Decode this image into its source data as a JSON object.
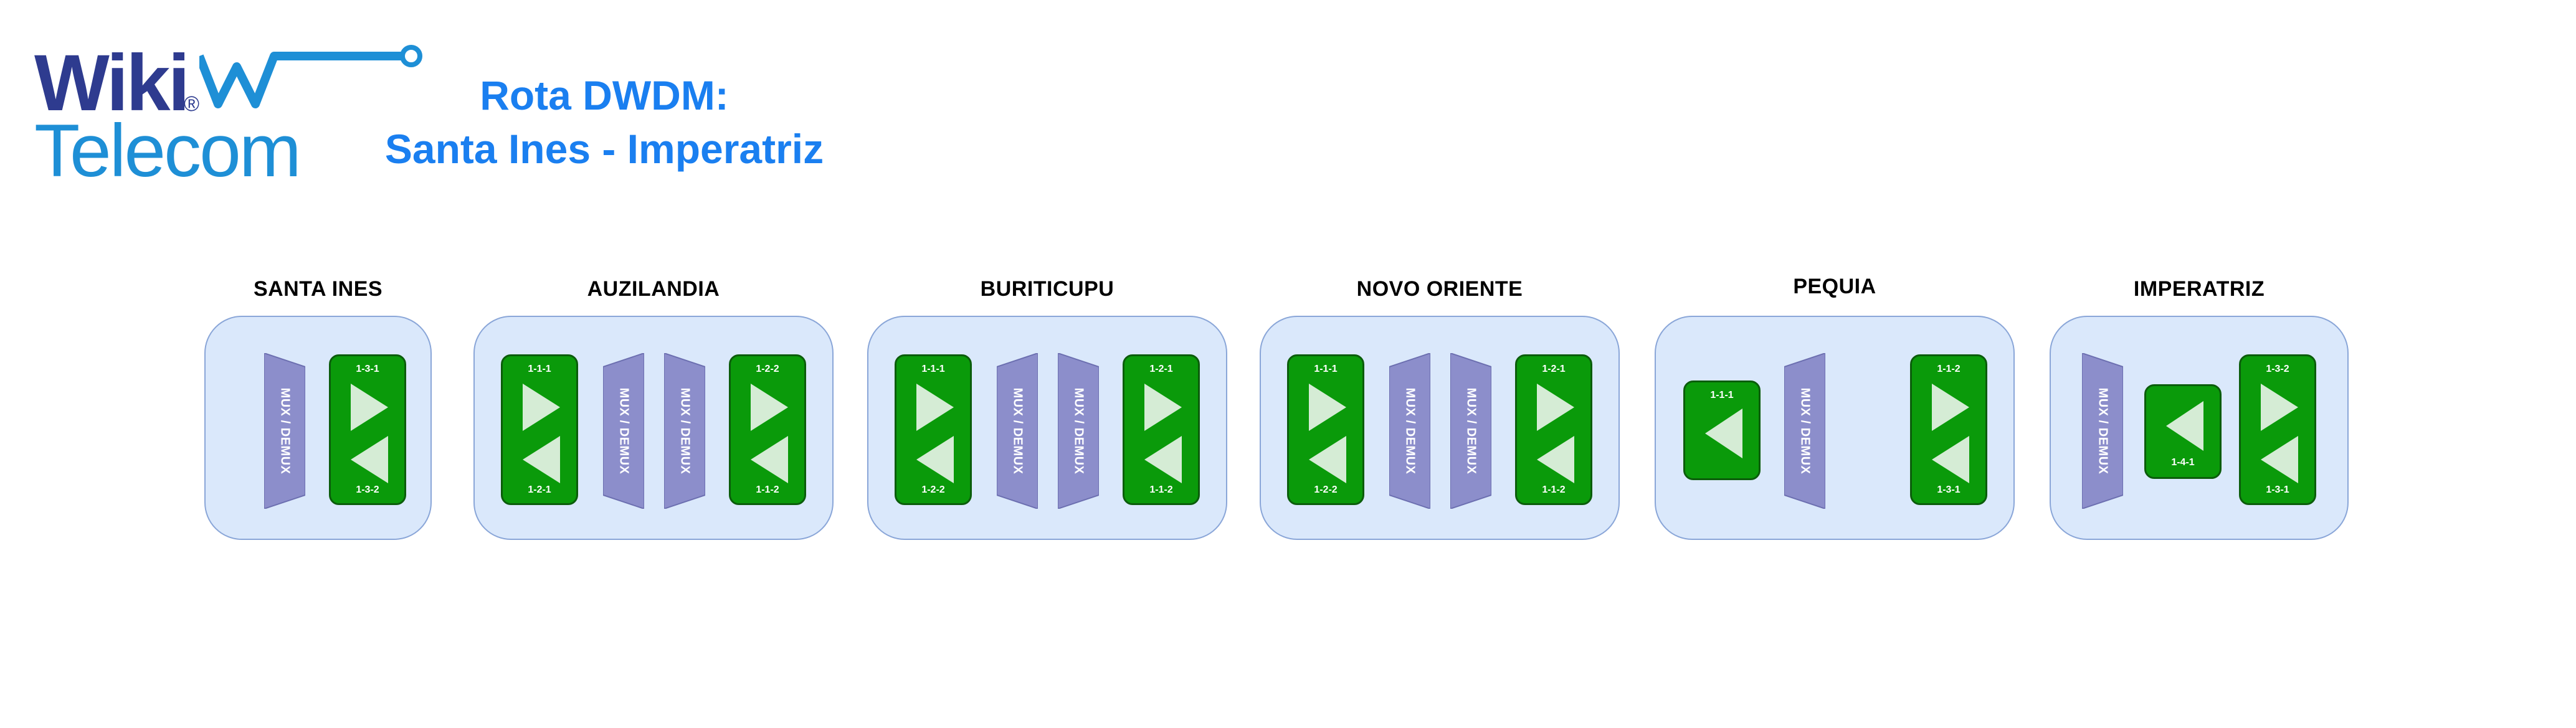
{
  "logo": {
    "line1": "Wiki",
    "registered": "®",
    "line2": "Telecom"
  },
  "title": {
    "line1": "Rota DWDM:",
    "line2": "Santa Ines - Imperatriz"
  },
  "mux_label": "MUX / DEMUX",
  "colors": {
    "station_fill": "#dae8fb",
    "mux_fill": "#8c8ecb",
    "card_fill": "#0a9a0a",
    "title_blue": "#1a7ff0"
  },
  "stations": [
    {
      "name": "SANTA INES",
      "cards": [
        {
          "labels": [
            "1-3-1",
            "1-3-2"
          ]
        }
      ]
    },
    {
      "name": "AUZILANDIA",
      "cards": [
        {
          "labels": [
            "1-1-1",
            "1-2-1"
          ]
        },
        {
          "labels": [
            "1-2-2",
            "1-1-2"
          ]
        }
      ]
    },
    {
      "name": "BURITICUPU",
      "cards": [
        {
          "labels": [
            "1-1-1",
            "1-2-2"
          ]
        },
        {
          "labels": [
            "1-2-1",
            "1-1-2"
          ]
        }
      ]
    },
    {
      "name": "NOVO ORIENTE",
      "cards": [
        {
          "labels": [
            "1-1-1",
            "1-2-2"
          ]
        },
        {
          "labels": [
            "1-2-1",
            "1-1-2"
          ]
        }
      ]
    },
    {
      "name": "PEQUIA",
      "cards": [
        {
          "labels": [
            "1-1-1"
          ]
        },
        {
          "labels": [
            "1-1-2",
            "1-3-1"
          ]
        }
      ]
    },
    {
      "name": "IMPERATRIZ",
      "cards": [
        {
          "labels": [
            "1-4-1"
          ]
        },
        {
          "labels": [
            "1-3-2",
            "1-3-1"
          ]
        }
      ]
    }
  ]
}
